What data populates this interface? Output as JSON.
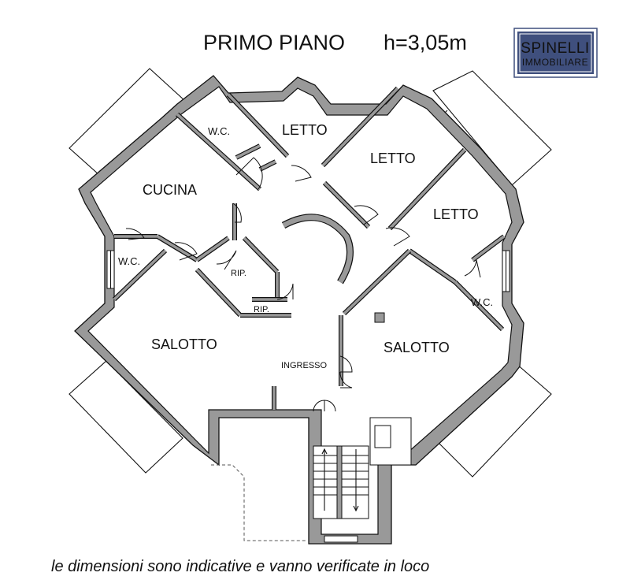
{
  "header": {
    "title": "PRIMO PIANO",
    "height_label": "h=3,05m"
  },
  "logo": {
    "line1": "SPINELLI",
    "line2": "IMMOBILIARE",
    "color": "#3f4f7d"
  },
  "rooms": {
    "wc_top": "W.C.",
    "letto_top": "LETTO",
    "letto_mid": "LETTO",
    "letto_right": "LETTO",
    "cucina": "CUCINA",
    "wc_left": "W.C.",
    "rip_upper": "RIP.",
    "rip_lower": "RIP.",
    "wc_right": "W.C.",
    "salotto_left": "SALOTTO",
    "salotto_right": "SALOTTO",
    "ingresso": "INGRESSO"
  },
  "footer": {
    "note": "le dimensioni sono indicative e vanno verificate in loco"
  },
  "colors": {
    "wall": "#999999",
    "line": "#111111",
    "background": "#ffffff"
  }
}
